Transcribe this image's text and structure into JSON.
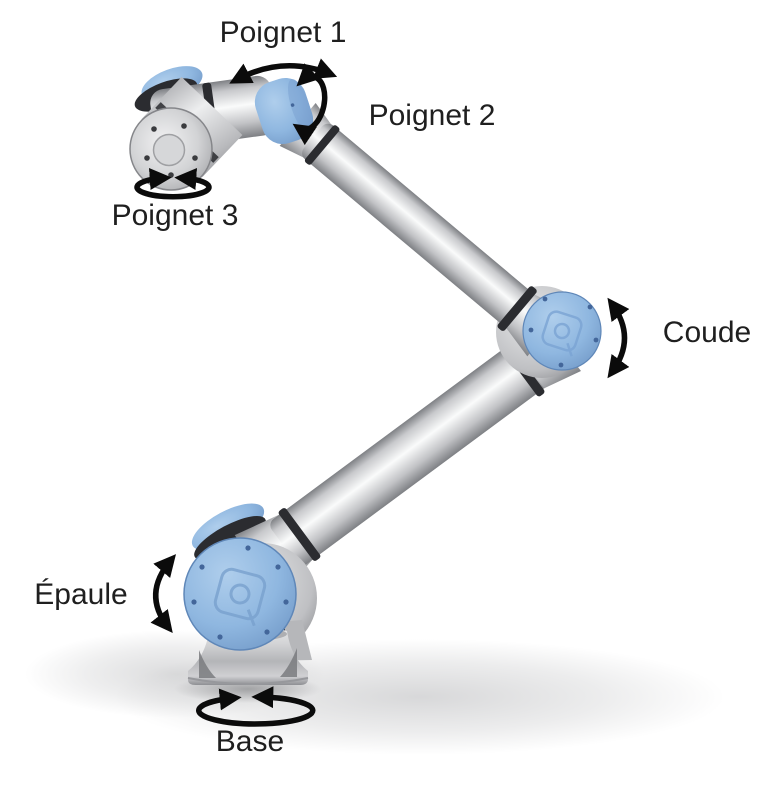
{
  "figure": {
    "type": "robot-joint-diagram",
    "background_color": "#ffffff",
    "joints": [
      {
        "id": "poignet-1",
        "label": "Poignet 1",
        "arrow": "arc-sweep-horizontal"
      },
      {
        "id": "poignet-2",
        "label": "Poignet 2",
        "arrow": "rotation-loop-vertical"
      },
      {
        "id": "poignet-3",
        "label": "Poignet 3",
        "arrow": "rotation-loop-horizontal"
      },
      {
        "id": "coude",
        "label": "Coude",
        "arrow": "arc-sweep-vertical"
      },
      {
        "id": "epaule",
        "label": "Épaule",
        "arrow": "arc-sweep-vertical"
      },
      {
        "id": "base",
        "label": "Base",
        "arrow": "rotation-loop-horizontal"
      }
    ],
    "colors": {
      "joint_cap_blue_light": "#AFCEEC",
      "joint_cap_blue": "#8FB7E0",
      "joint_cap_blue_dark": "#6E95C4",
      "cap_rim_blue": "#5F87B8",
      "bolt_blue": "#43669A",
      "metal_highlight": "#FAFBFB",
      "metal_mid": "#C8C9CC",
      "metal_dark": "#7E8084",
      "ring_black": "#2B2C30",
      "arrow_black": "#0B0B0B",
      "label_color": "#1F1F1F"
    }
  }
}
